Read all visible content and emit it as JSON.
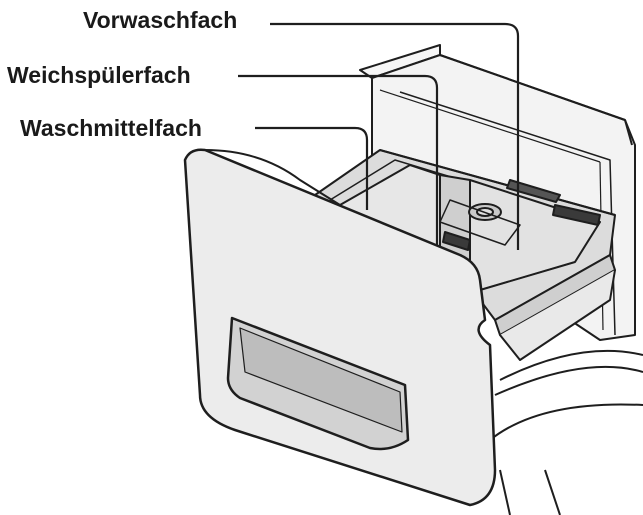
{
  "labels": {
    "prewash": "Vorwaschfach",
    "softener": "Weichspülerfach",
    "detergent": "Waschmittelfach"
  },
  "colors": {
    "line": "#1e1e1e",
    "drawer_face": "#e9e9e9",
    "drawer_inner": "#d6d6d6",
    "machine_body": "#f4f4f4"
  }
}
